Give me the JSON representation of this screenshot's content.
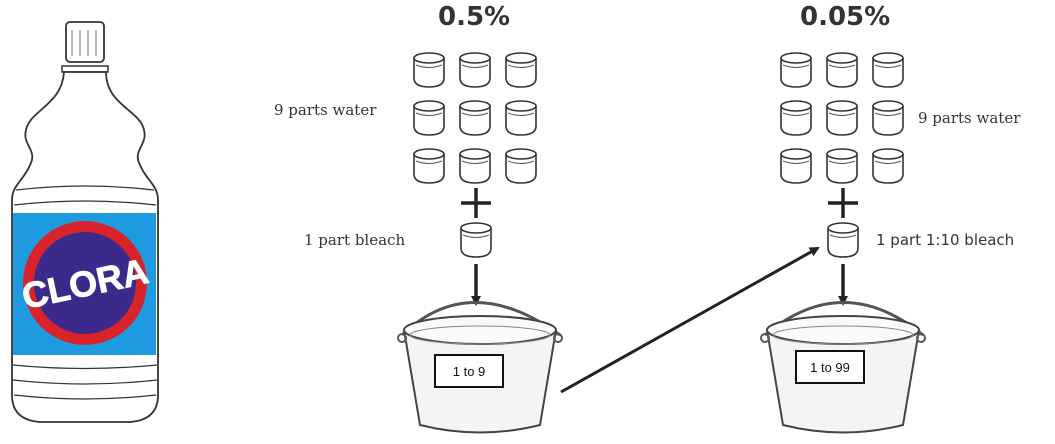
{
  "bottle": {
    "label": "CLORA",
    "colors": {
      "band": "#1e9be0",
      "ring": "#d8232a",
      "disc": "#3b2a8c",
      "text": "#ffffff"
    }
  },
  "left": {
    "percent": "0.5%",
    "water_label": "9 parts water",
    "bleach_label": "1 part bleach",
    "bucket_label": "1 to 9"
  },
  "right": {
    "percent": "0.05%",
    "water_label": "9 parts water",
    "bleach_label": "1 part 1:10 bleach",
    "bucket_label": "1 to 99"
  }
}
